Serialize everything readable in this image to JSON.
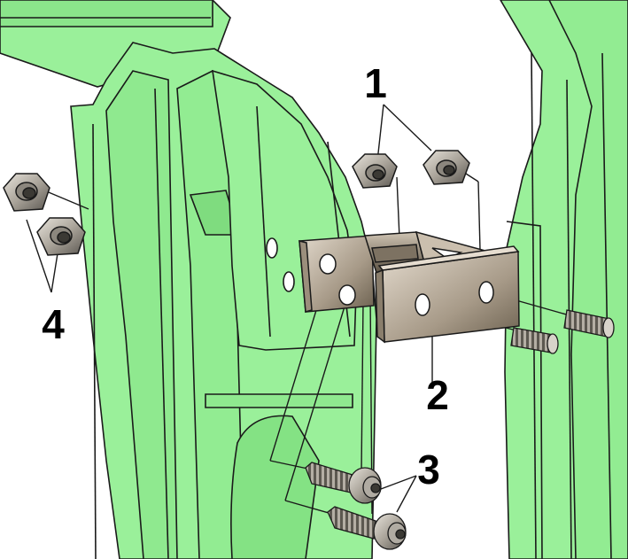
{
  "diagram": {
    "callouts": [
      {
        "id": "nuts-hinge",
        "label": "1"
      },
      {
        "id": "hinge",
        "label": "2"
      },
      {
        "id": "bolts",
        "label": "3"
      },
      {
        "id": "nuts-pillar",
        "label": "4"
      }
    ]
  },
  "colors": {
    "panel": "#9af09a",
    "outline": "#1a1a1a",
    "hinge_light": "#d9d0c2",
    "hinge_dark": "#6e6354",
    "hardware": "#b9b4aa",
    "background": "#ffffff"
  }
}
